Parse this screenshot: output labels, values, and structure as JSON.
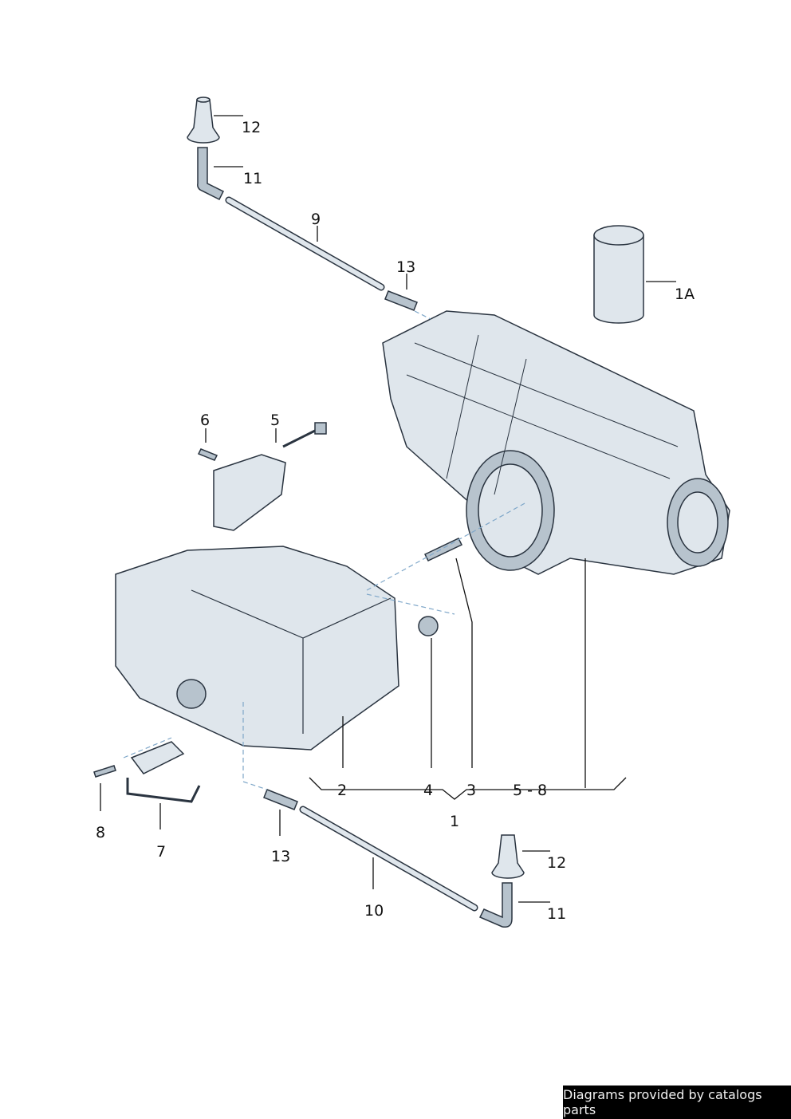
{
  "callouts": {
    "c12_top": "12",
    "c11_top": "11",
    "c9": "9",
    "c13_top": "13",
    "c1A": "1A",
    "c6": "6",
    "c5": "5",
    "c2": "2",
    "c4": "4",
    "c3": "3",
    "c5_8": "5 - 8",
    "c1": "1",
    "c8": "8",
    "c7": "7",
    "c13_bottom": "13",
    "c10": "10",
    "c12_bottom": "12",
    "c11_bottom": "11"
  },
  "footer": {
    "text": "Diagrams provided by catalogs parts"
  }
}
